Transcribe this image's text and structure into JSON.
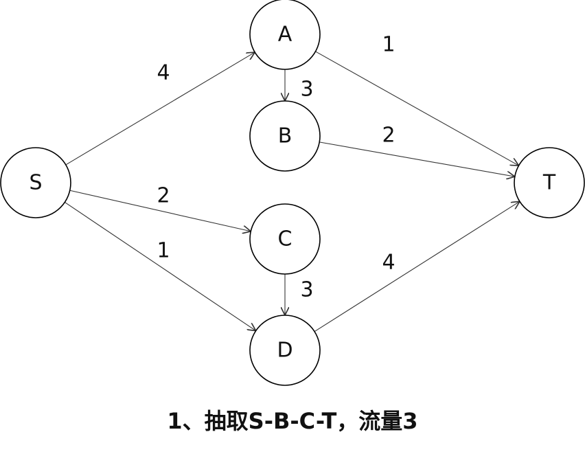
{
  "diagram": {
    "nodes": [
      {
        "id": "S",
        "label": "S"
      },
      {
        "id": "A",
        "label": "A"
      },
      {
        "id": "B",
        "label": "B"
      },
      {
        "id": "C",
        "label": "C"
      },
      {
        "id": "D",
        "label": "D"
      },
      {
        "id": "T",
        "label": "T"
      }
    ],
    "edges": [
      {
        "from": "S",
        "to": "A",
        "capacity": "4"
      },
      {
        "from": "S",
        "to": "C",
        "capacity": "2"
      },
      {
        "from": "S",
        "to": "D",
        "capacity": "1"
      },
      {
        "from": "A",
        "to": "B",
        "capacity": "3"
      },
      {
        "from": "A",
        "to": "T",
        "capacity": "1"
      },
      {
        "from": "B",
        "to": "T",
        "capacity": "2"
      },
      {
        "from": "C",
        "to": "D",
        "capacity": "3"
      },
      {
        "from": "D",
        "to": "T",
        "capacity": "4"
      }
    ]
  },
  "caption": "1、抽取S-B-C-T，流量3"
}
